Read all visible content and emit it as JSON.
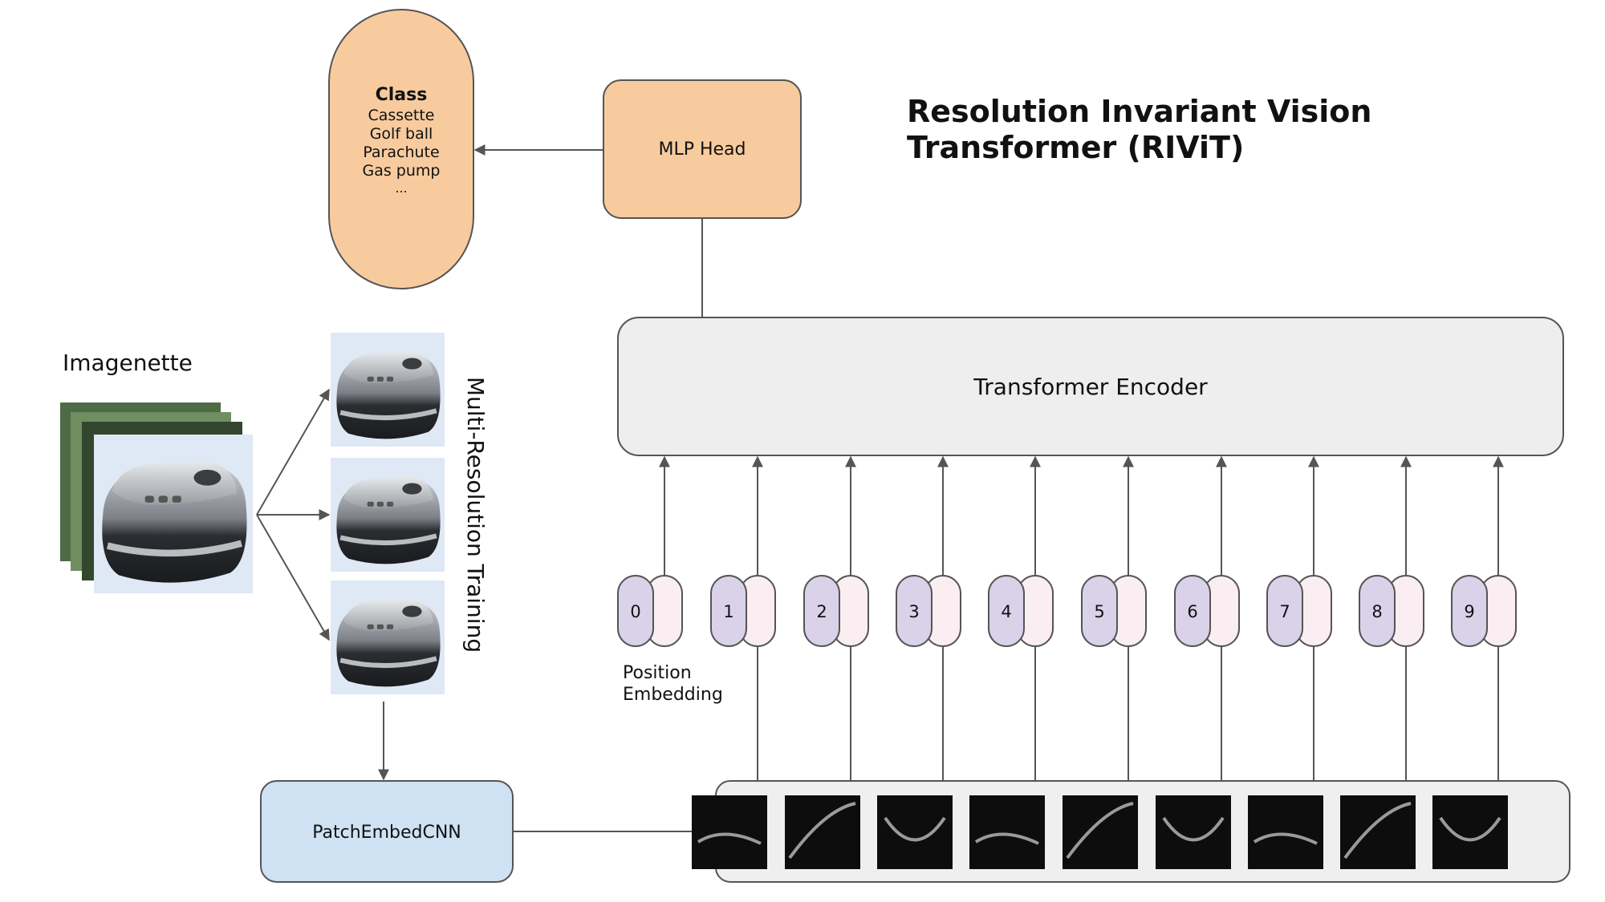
{
  "title": {
    "line1": "Resolution Invariant Vision",
    "line2": "Transformer (RIViT)"
  },
  "class_box": {
    "heading": "Class",
    "items": [
      "Cassette",
      "Golf ball",
      "Parachute",
      "Gas pump",
      "..."
    ]
  },
  "mlp_head": "MLP Head",
  "encoder": "Transformer Encoder",
  "dataset_label": "Imagenette",
  "training_label": "Multi-Resolution Training",
  "patch_embed": "PatchEmbedCNN",
  "position_label": {
    "line1": "Position",
    "line2": "Embedding"
  },
  "tokens": [
    "0",
    "1",
    "2",
    "3",
    "4",
    "5",
    "6",
    "7",
    "8",
    "9"
  ],
  "colors": {
    "orange": "#f8cb9e",
    "blue": "#cfe2f3",
    "encoder_gray": "#eeeeee",
    "strip_gray": "#efefef",
    "token_purple": "#d9d2e9",
    "token_pink": "#fbeef2"
  }
}
